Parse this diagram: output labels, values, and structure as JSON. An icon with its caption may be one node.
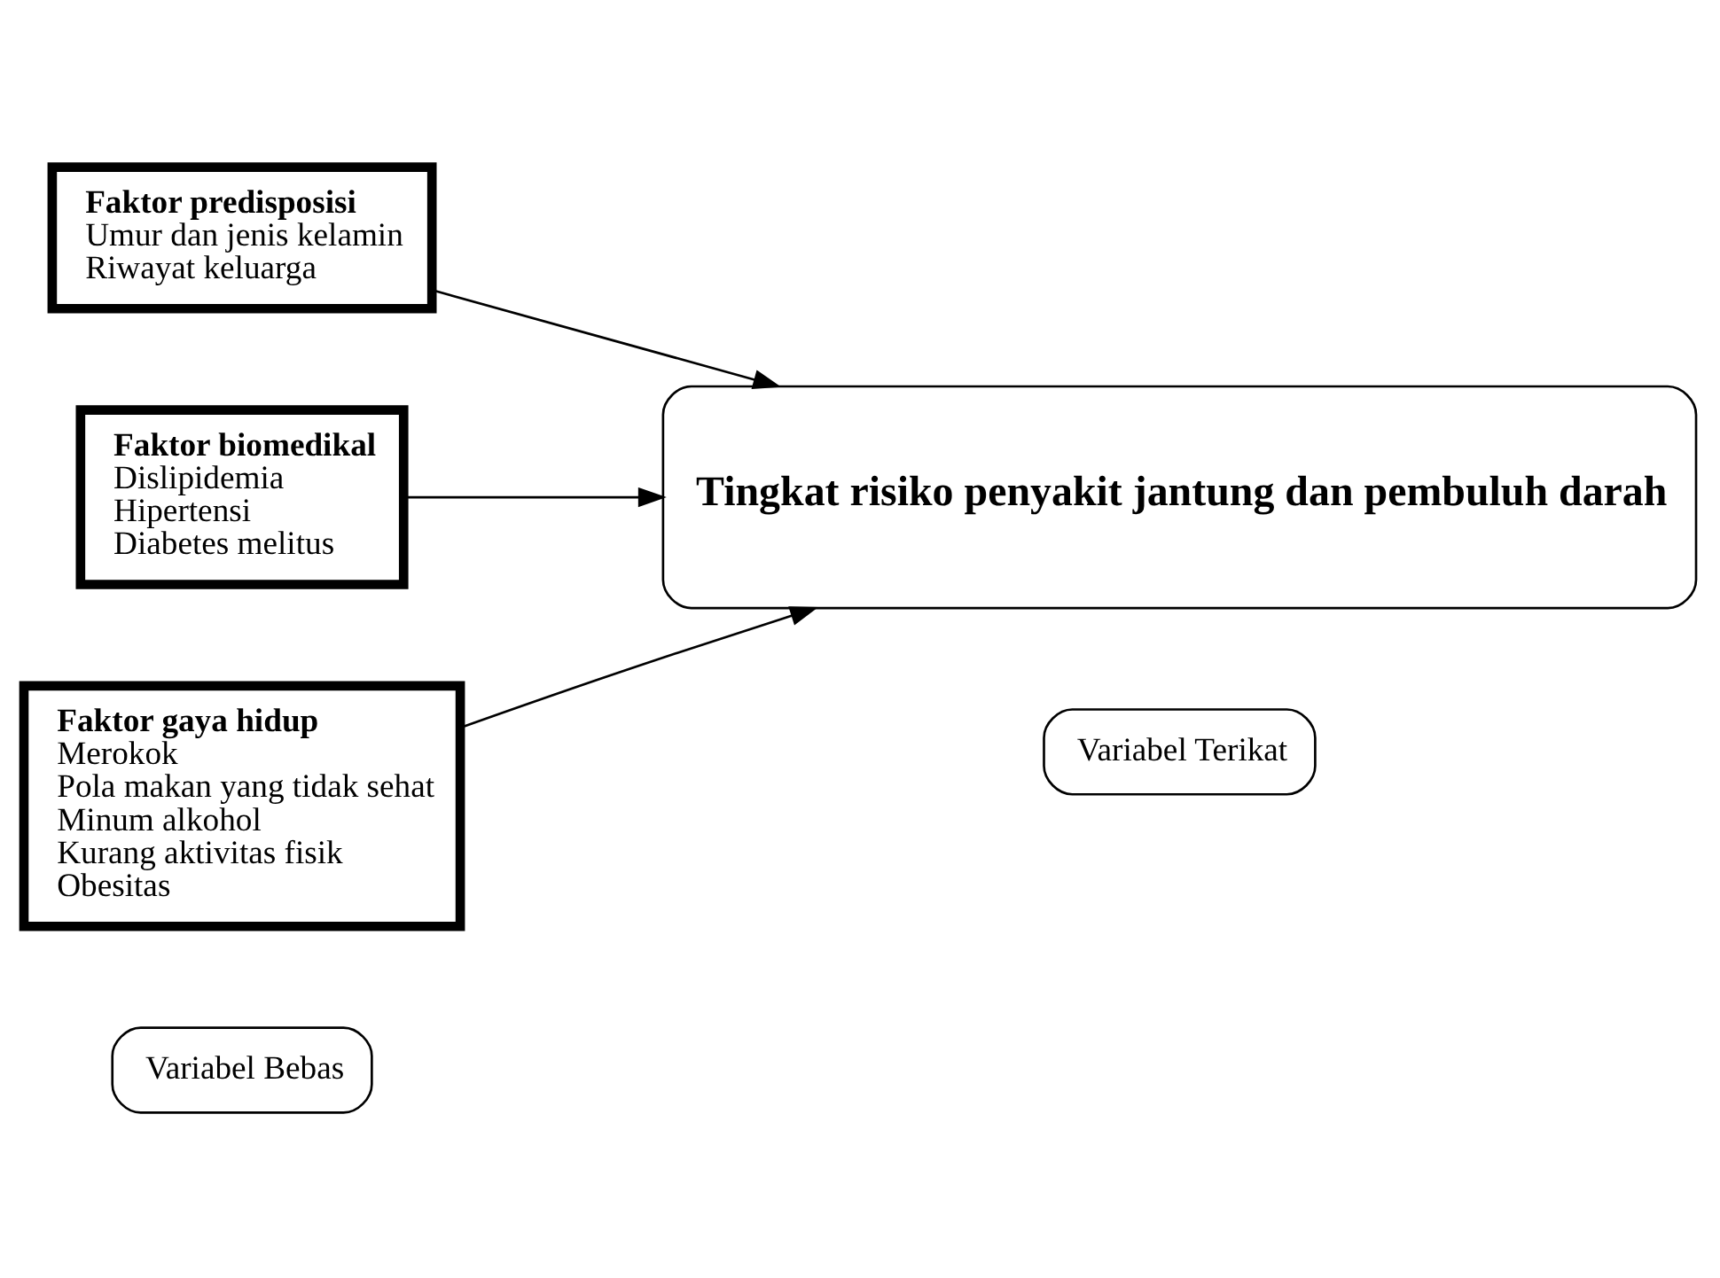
{
  "diagram": {
    "nodes": [
      {
        "text": [
          "Variabel Bebas"
        ]
      },
      {
        "text": [
          "Variabel Terikat"
        ]
      },
      {
        "text": [
          "Faktor predisposisi",
          "Umur dan jenis kelamin",
          "Riwayat keluarga"
        ]
      },
      {
        "text": [
          "Faktor biomedikal",
          "Dislipidemia",
          "Hipertensi",
          "Diabetes melitus"
        ]
      },
      {
        "text": [
          "Faktor gaya hidup",
          "Merokok",
          "Pola makan yang tidak sehat",
          "Minum alkohol",
          "Kurang aktivitas fisik",
          "Obesitas"
        ]
      },
      {
        "text": [
          "Tingkat risiko penyakit jantung dan pembuluh darah"
        ]
      }
    ],
    "edges": [
      {
        "from": 2,
        "to": 5,
        "arrow": "to"
      },
      {
        "from": 3,
        "to": 5,
        "arrow": "to"
      },
      {
        "from": 4,
        "to": 5,
        "arrow": "to"
      }
    ]
  }
}
